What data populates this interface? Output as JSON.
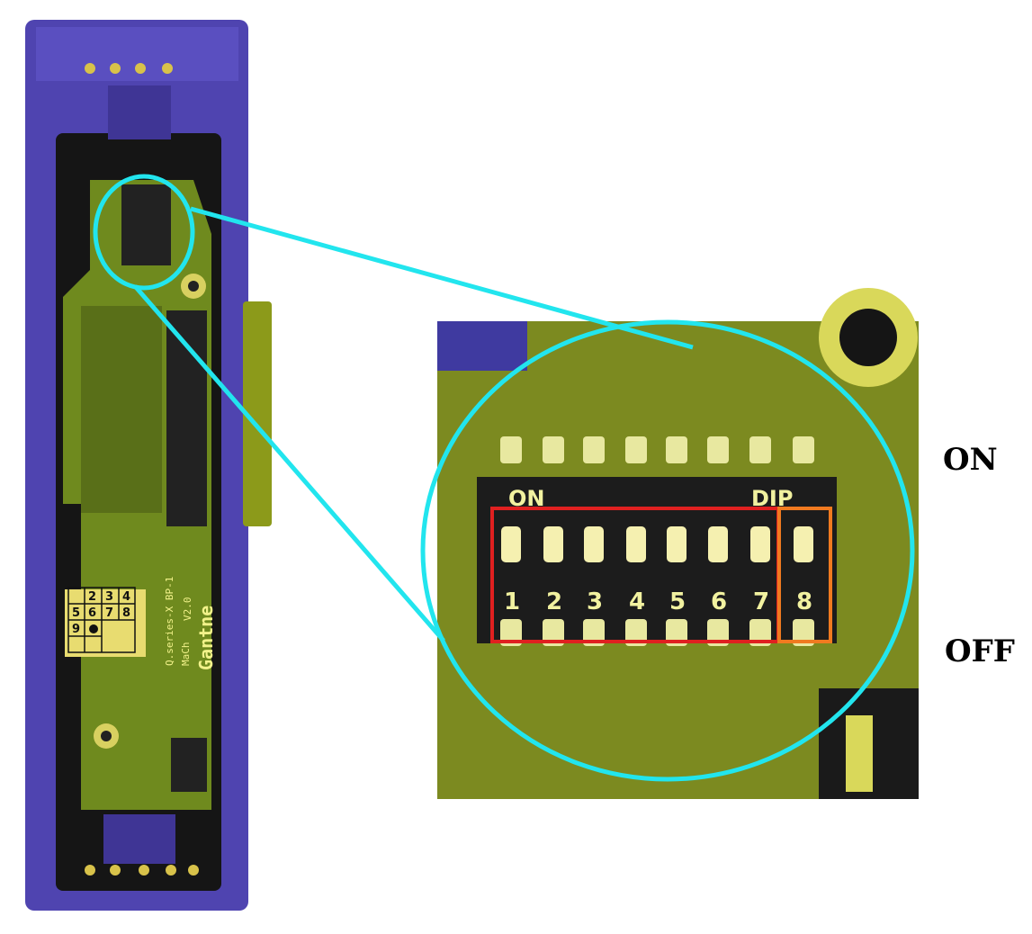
{
  "labels": {
    "on": "ON",
    "off": "OFF"
  },
  "dip_switch": {
    "header_on": "ON",
    "header_dip": "DIP",
    "switch_numbers": [
      "1",
      "2",
      "3",
      "4",
      "5",
      "6",
      "7",
      "8"
    ],
    "group_main": "1-7",
    "group_separate": "8"
  },
  "board": {
    "silkscreen_model": "Q.series-X BP-1",
    "silkscreen_mach": "MaCh",
    "silkscreen_version": "V2.0",
    "brand_logo": "Gantne",
    "grid_numbers": [
      "2",
      "3",
      "4",
      "5",
      "6",
      "7",
      "8",
      "9"
    ]
  },
  "colors": {
    "housing": "#4f44b0",
    "pcb": "#6f8a1e",
    "highlight_circle": "#22e5ee",
    "red_box": "#e02020",
    "orange_box": "#f07a20"
  }
}
